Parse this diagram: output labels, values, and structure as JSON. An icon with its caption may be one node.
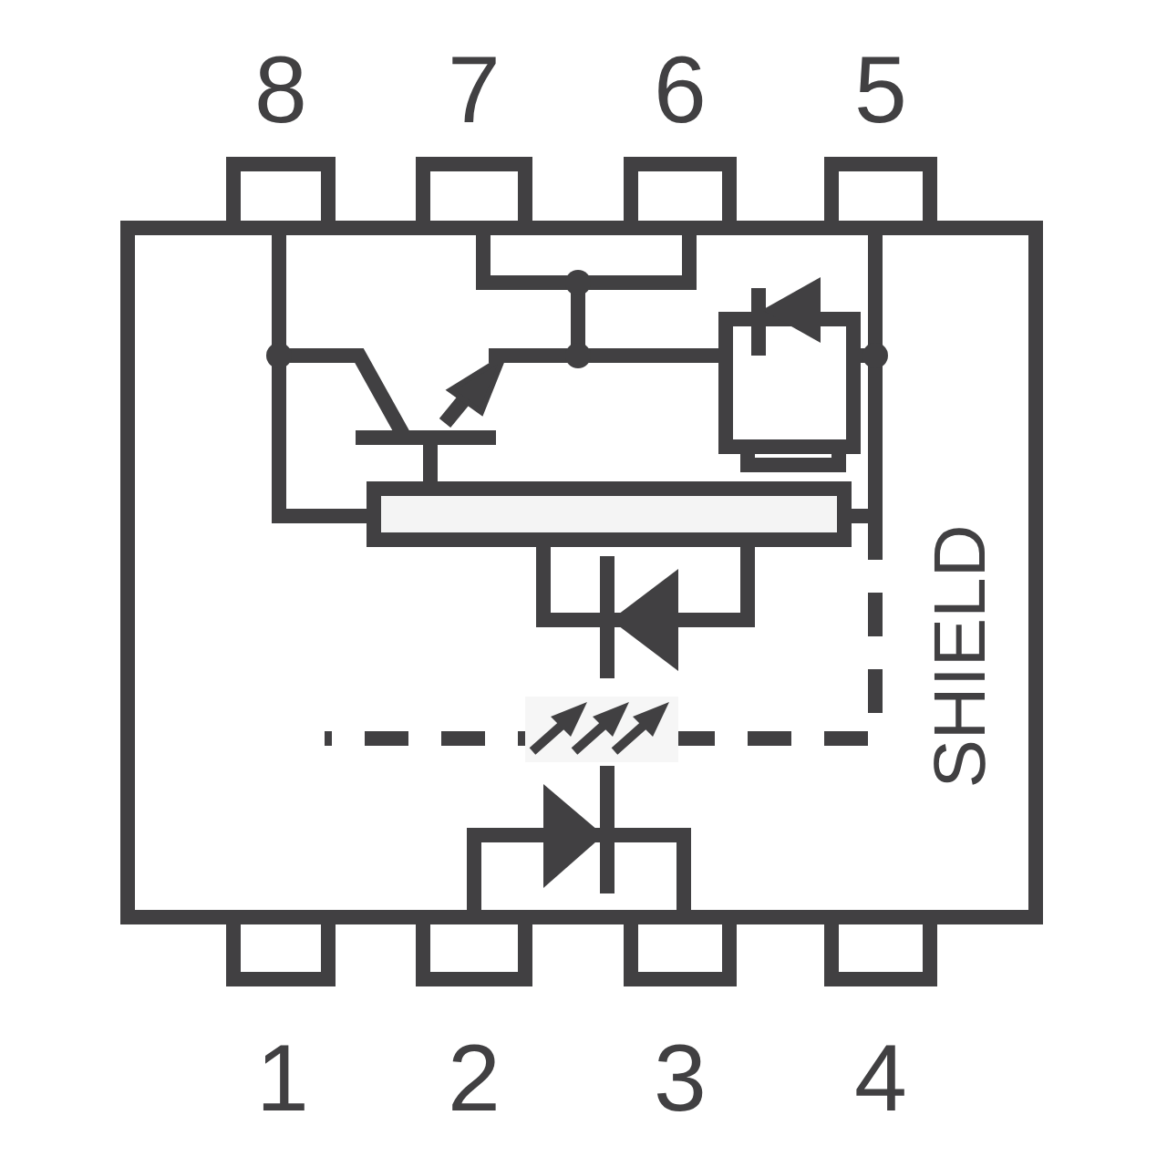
{
  "diagram": {
    "labels": [
      "8",
      "7",
      "6",
      "5",
      "SHIELD",
      "1",
      "2",
      "3",
      "4"
    ]
  }
}
